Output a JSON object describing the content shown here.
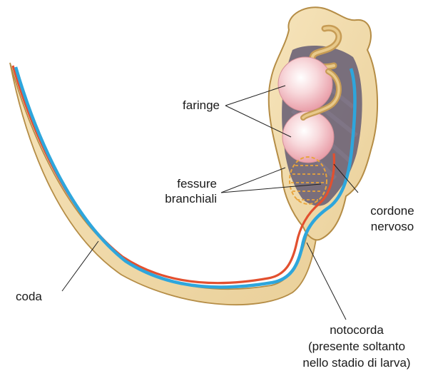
{
  "labels": {
    "pharynx": "faringe",
    "gill_slits_line1": "fessure",
    "gill_slits_line2": "branchiali",
    "nerve_cord_line1": "cordone",
    "nerve_cord_line2": "nervoso",
    "tail": "coda",
    "notochord_line1": "notocorda",
    "notochord_line2": "(presente soltanto",
    "notochord_line3": "nello stadio di larva)"
  },
  "colors": {
    "body_fill": "#f3dfb1",
    "body_outline": "#b58d46",
    "cavity": "#6c6377",
    "pharynx_sphere": "#f5c9cf",
    "notochord": "#e2502f",
    "nerve_cord": "#2ea6dc",
    "gill_slits": "#e8a43c",
    "leader_line": "#222222"
  }
}
